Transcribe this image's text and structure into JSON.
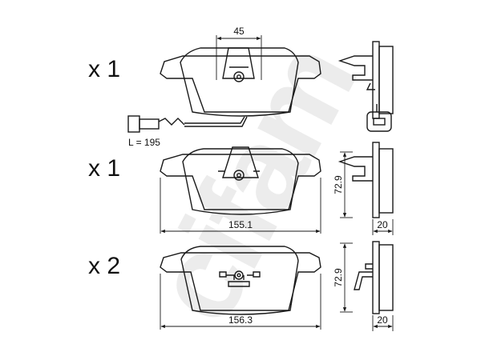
{
  "watermark": "cifam",
  "sets": [
    {
      "quantity": "x 1"
    },
    {
      "quantity": "x 1"
    },
    {
      "quantity": "x 2"
    }
  ],
  "dimensions": {
    "top_width": "45",
    "sensor_length": "L = 195",
    "width_1": "155.1",
    "height_1": "72.9",
    "thickness_1": "20",
    "width_2": "156.3",
    "height_2": "72.9",
    "thickness_2": "20"
  }
}
